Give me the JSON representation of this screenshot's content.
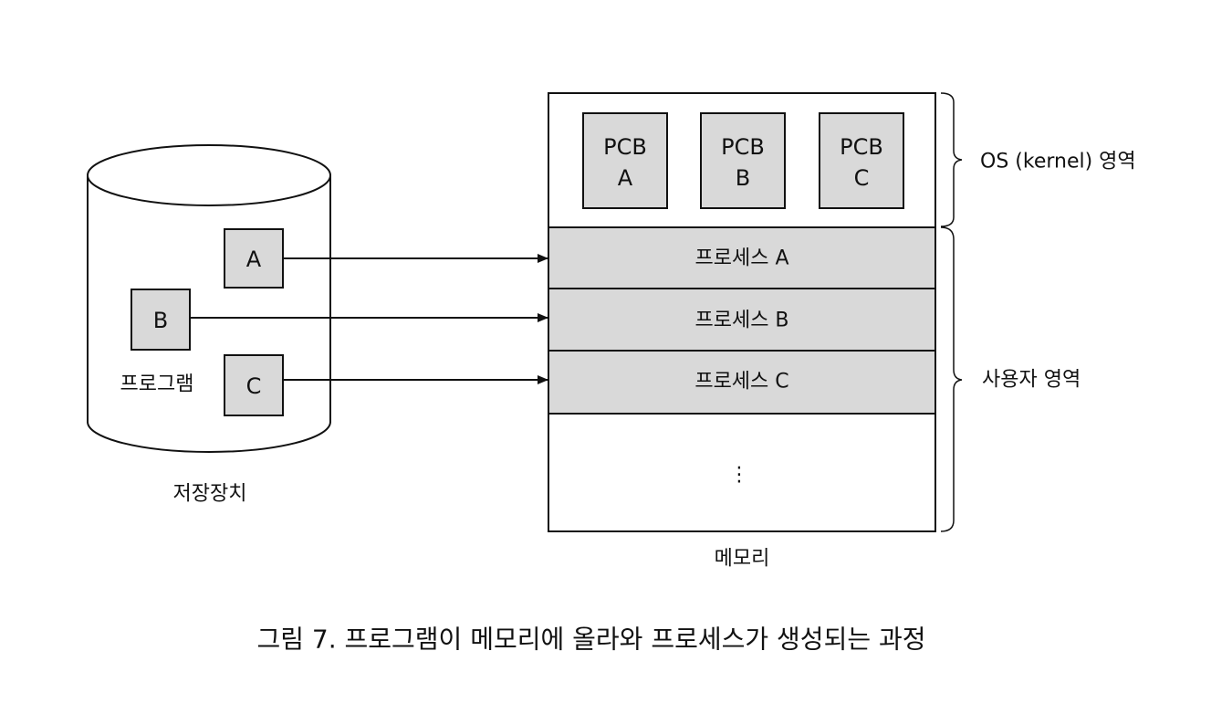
{
  "storage": {
    "label": "저장장치",
    "program_label": "프로그램",
    "programs": [
      "A",
      "B",
      "C"
    ]
  },
  "memory": {
    "label": "메모리",
    "pcbs": [
      {
        "line1": "PCB",
        "line2": "A"
      },
      {
        "line1": "PCB",
        "line2": "B"
      },
      {
        "line1": "PCB",
        "line2": "C"
      }
    ],
    "processes": [
      "프로세스 A",
      "프로세스 B",
      "프로세스 C"
    ],
    "ellipsis": "⋮"
  },
  "regions": {
    "os": "OS (kernel) 영역",
    "user": "사용자 영역"
  },
  "caption": "그림 7. 프로그램이 메모리에 올라와 프로세스가 생성되는 과정",
  "colors": {
    "stroke": "#111111",
    "box_fill": "#d9d9d9",
    "background": "#ffffff"
  }
}
